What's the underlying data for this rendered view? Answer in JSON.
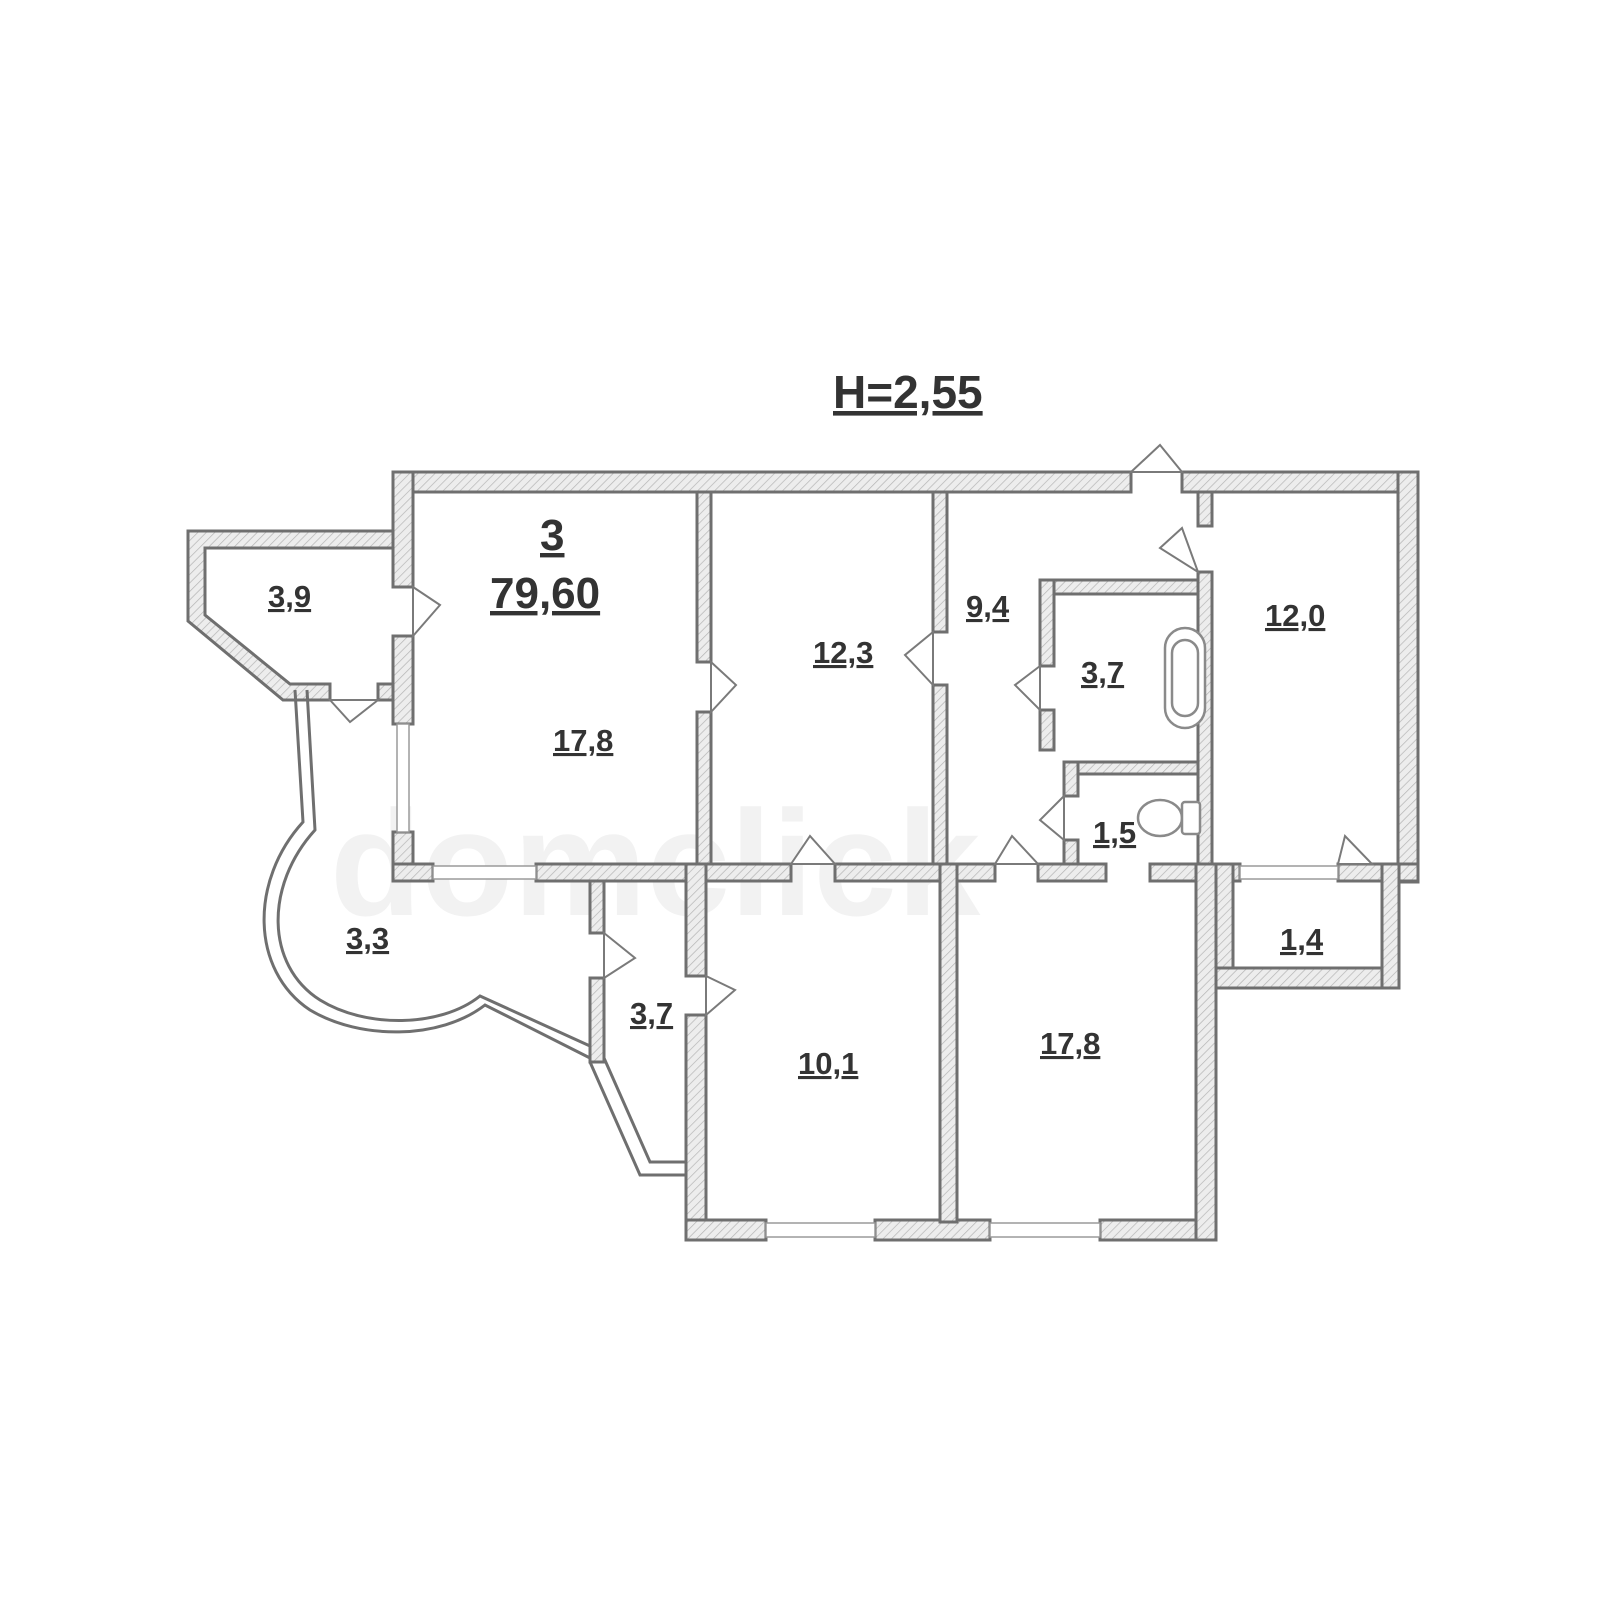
{
  "plan": {
    "ceiling_height": "H=2,55",
    "apartment": {
      "rooms": "3",
      "total_area": "79,60"
    },
    "rooms": [
      {
        "id": "balcony-nw",
        "area": "3,9"
      },
      {
        "id": "living-room",
        "area": "17,8"
      },
      {
        "id": "room-center",
        "area": "12,3"
      },
      {
        "id": "hallway",
        "area": "9,4"
      },
      {
        "id": "bathroom",
        "area": "3,7"
      },
      {
        "id": "toilet",
        "area": "1,5"
      },
      {
        "id": "room-east",
        "area": "12,0"
      },
      {
        "id": "loggia-east",
        "area": "1,4"
      },
      {
        "id": "bay-balcony",
        "area": "3,3"
      },
      {
        "id": "corridor-small",
        "area": "3,7"
      },
      {
        "id": "kitchen",
        "area": "10,1"
      },
      {
        "id": "bedroom-south",
        "area": "17,8"
      }
    ]
  }
}
